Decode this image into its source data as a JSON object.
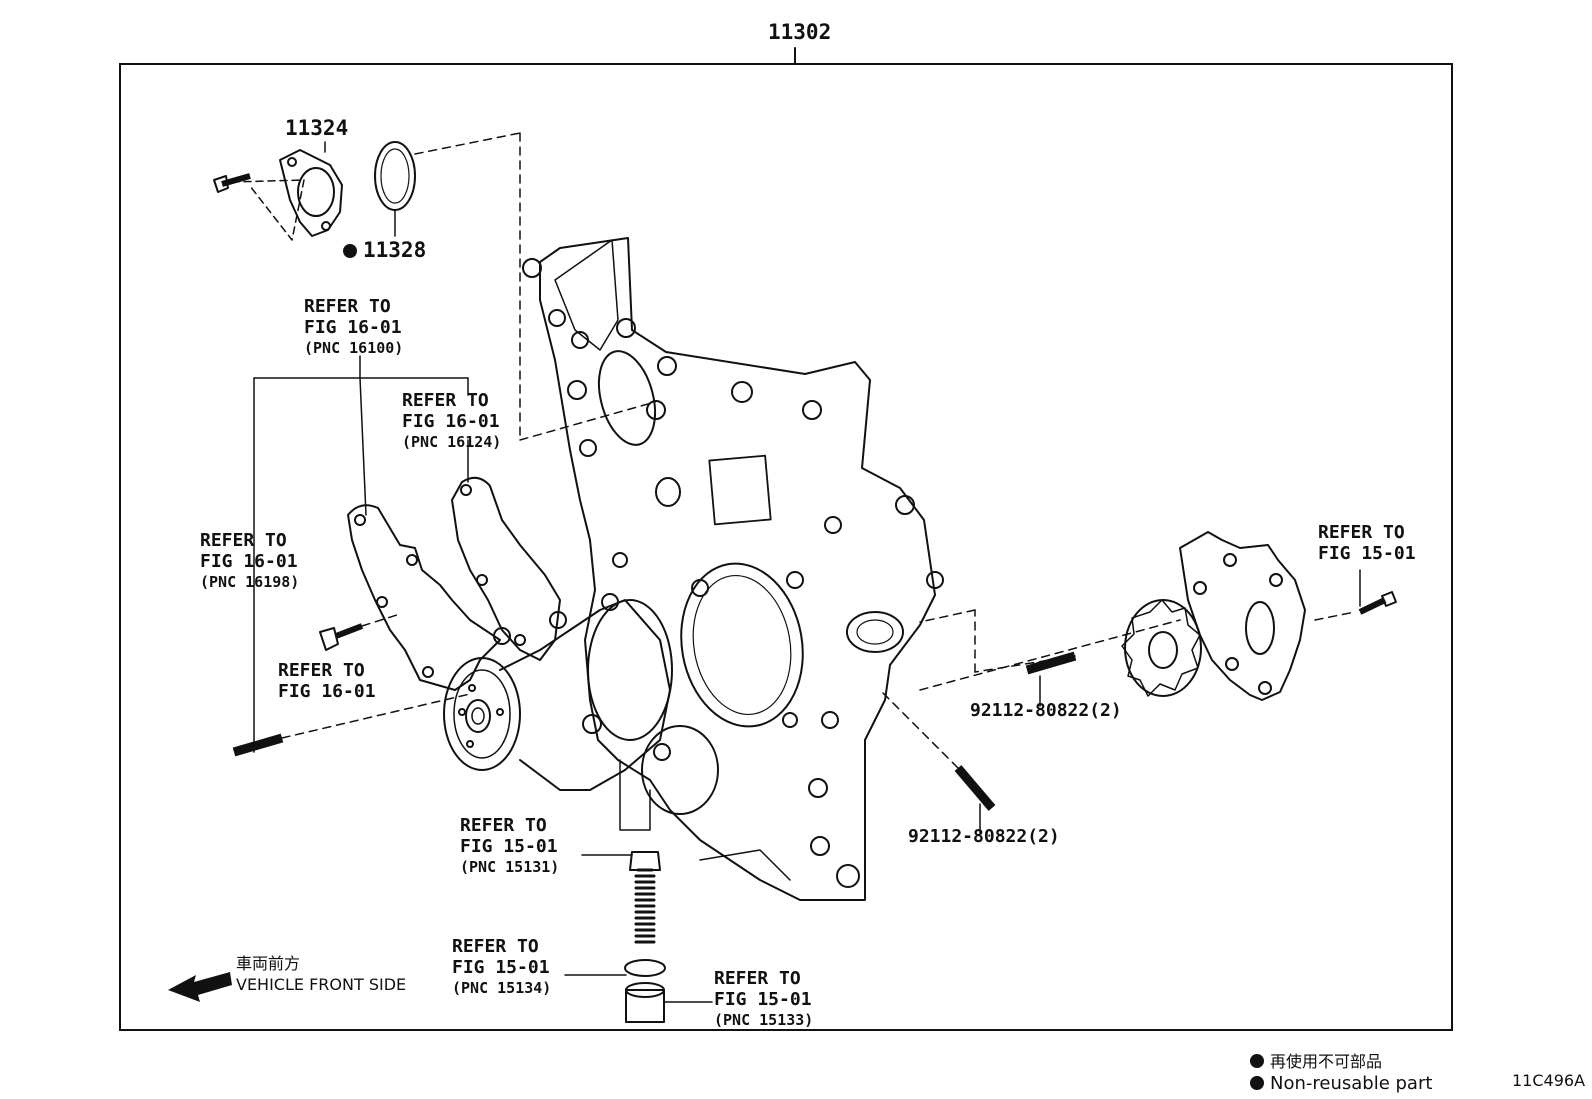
{
  "diagram": {
    "main_part": "11302",
    "parts": {
      "cover_plate": "11324",
      "oring": "11328",
      "stud_upper": "92112-80822(2)",
      "stud_lower": "92112-80822(2)"
    },
    "refs": [
      {
        "l1": "REFER TO",
        "l2": "FIG 16-01",
        "l3": "(PNC 16100)"
      },
      {
        "l1": "REFER TO",
        "l2": "FIG 16-01",
        "l3": "(PNC 16124)"
      },
      {
        "l1": "REFER TO",
        "l2": "FIG 16-01",
        "l3": "(PNC 16198)"
      },
      {
        "l1": "REFER TO",
        "l2": "FIG 16-01",
        "l3": ""
      },
      {
        "l1": "REFER TO",
        "l2": "FIG 15-01",
        "l3": ""
      },
      {
        "l1": "REFER TO",
        "l2": "FIG 15-01",
        "l3": "(PNC 15131)"
      },
      {
        "l1": "REFER TO",
        "l2": "FIG 15-01",
        "l3": "(PNC 15134)"
      },
      {
        "l1": "REFER TO",
        "l2": "FIG 15-01",
        "l3": "(PNC 15133)"
      }
    ],
    "direction": {
      "jp": "車両前方",
      "en": "VEHICLE FRONT SIDE"
    },
    "legend": {
      "jp": "再使用不可部品",
      "en": "Non-reusable part"
    },
    "figure_code": "11C496A"
  }
}
